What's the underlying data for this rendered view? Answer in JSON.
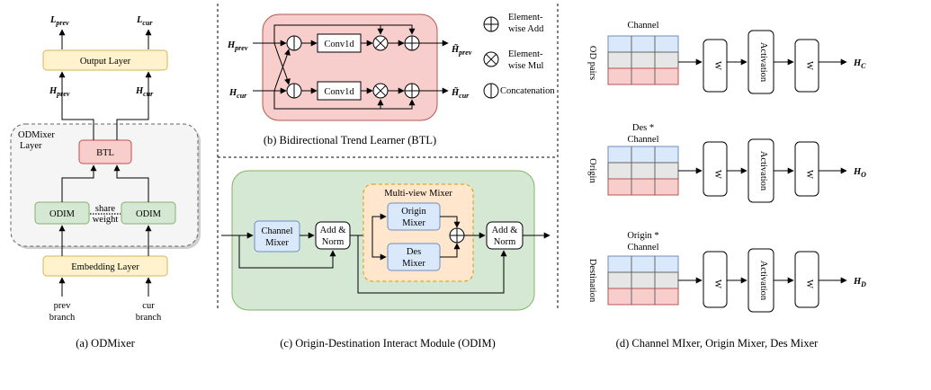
{
  "panel_a": {
    "l_prev": "L",
    "l_prev_sub": "prev",
    "l_cur": "L",
    "l_cur_sub": "cur",
    "output_layer": "Output Layer",
    "h_prev": "H",
    "h_prev_sub": "prev",
    "h_cur": "H",
    "h_cur_sub": "cur",
    "odmixer_layer_line1": "ODMixer",
    "odmixer_layer_line2": "Layer",
    "btl": "BTL",
    "odim_left": "ODIM",
    "odim_right": "ODIM",
    "share_line1": "share",
    "share_line2": "weight",
    "embedding_layer": "Embedding Layer",
    "prev_line1": "prev",
    "prev_line2": "branch",
    "cur_line1": "cur",
    "cur_line2": "branch",
    "caption": "(a) ODMixer"
  },
  "panel_b": {
    "h_prev": "H",
    "h_prev_sub": "prev",
    "h_cur": "H",
    "h_cur_sub": "cur",
    "conv_top": "Conv1d",
    "conv_bottom": "Conv1d",
    "out_prev": "H̃",
    "out_prev_sub": "prev",
    "out_cur": "H̃",
    "out_cur_sub": "cur",
    "legend_add_line1": "Element-",
    "legend_add_line2": "wise Add",
    "legend_mul_line1": "Element-",
    "legend_mul_line2": "wise Mul",
    "legend_concat": "Concatenation",
    "caption": "(b) Bidirectional Trend Learner (BTL)"
  },
  "panel_c": {
    "channel_mixer_line1": "Channel",
    "channel_mixer_line2": "Mixer",
    "add_norm_1_line1": "Add &",
    "add_norm_1_line2": "Norm",
    "multiview_title": "Multi-view Mixer",
    "origin_mixer_line1": "Origin",
    "origin_mixer_line2": "Mixer",
    "des_mixer_line1": "Des",
    "des_mixer_line2": "Mixer",
    "add_norm_2_line1": "Add &",
    "add_norm_2_line2": "Norm",
    "caption": "(c) Origin-Destination Interact Module (ODIM)"
  },
  "panel_d": {
    "row1_top_label": "Channel",
    "row1_side_label": "OD pairs",
    "row1_out": "H",
    "row1_out_sub": "C",
    "row2_top_line1": "Des *",
    "row2_top_line2": "Channel",
    "row2_side_label": "Origin",
    "row2_out": "H",
    "row2_out_sub": "O",
    "row3_top_line1": "Origin *",
    "row3_top_line2": "Channel",
    "row3_side_label": "Destination",
    "row3_out": "H",
    "row3_out_sub": "D",
    "w_label": "W",
    "activation_label": "Activation",
    "caption": "(d) Channel MIxer, Origin Mixer, Des Mixer"
  },
  "colors": {
    "green_fill": "#d5e8d4",
    "green_stroke": "#82b366",
    "red_fill": "#f8cecc",
    "red_stroke": "#b85450",
    "yellow_fill": "#fff2cc",
    "yellow_stroke": "#d6b656",
    "blue_fill": "#dae8fc",
    "blue_stroke": "#6c8ebf",
    "orange_fill": "#ffe6cc",
    "orange_stroke": "#d79b00",
    "gray_fill": "#f5f5f5",
    "gray_mid": "#e6e6e6"
  }
}
